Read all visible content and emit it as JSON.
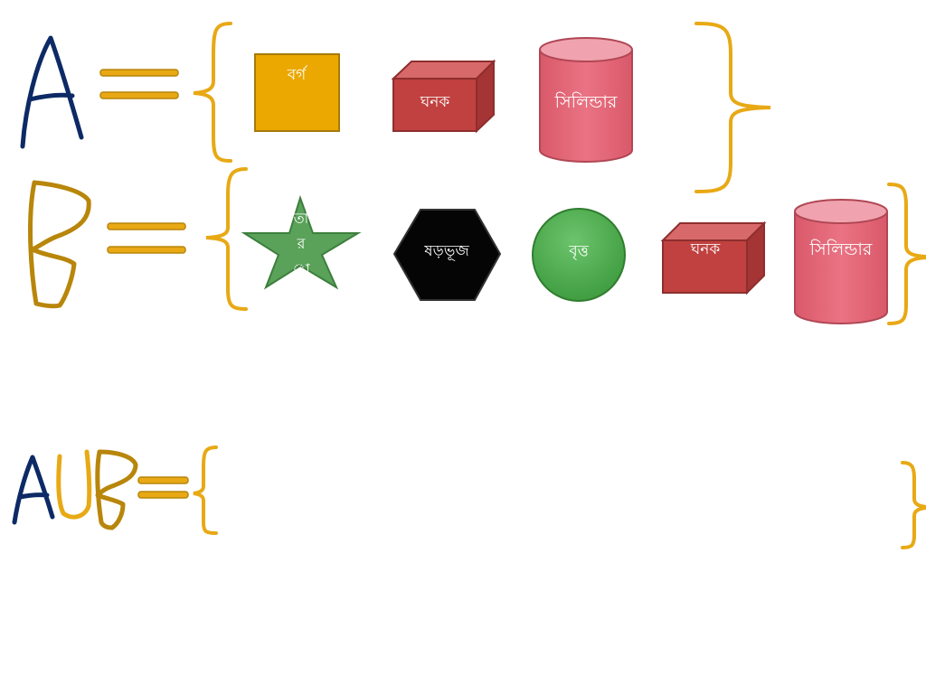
{
  "sets": {
    "A": {
      "symbol": "A",
      "members": {
        "square": "বর্গ",
        "cube": "ঘনক",
        "cylinder": "সিলিন্ডার"
      }
    },
    "B": {
      "symbol": "B",
      "members": {
        "star_line1": "তা",
        "star_line2": "র",
        "star_line3": "া",
        "hexagon": "ষড়ভূজ",
        "circle": "বৃত্ত",
        "cube": "ঘনক",
        "cylinder": "সিলিন্ডার"
      }
    },
    "union": {
      "left": "A",
      "operator": "U",
      "right": "B"
    }
  },
  "colors": {
    "navy_ink": "#0d2a66",
    "gold_ink": "#b8860b",
    "bracket": "#e8a915",
    "square": "#eaa800",
    "cube": "#c0413f",
    "cylinder": "#e56b7a",
    "star": "#5aa15a",
    "hexagon": "#050505",
    "circle": "#4aa64a"
  }
}
